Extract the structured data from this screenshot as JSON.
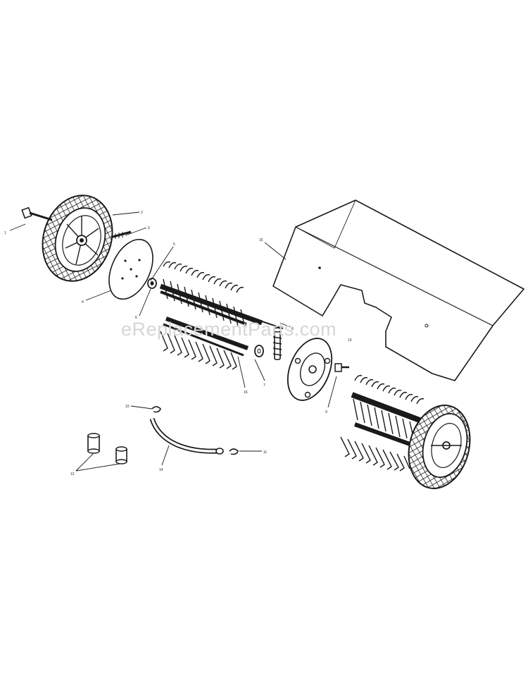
{
  "watermark": "eReplacementParts.com",
  "callouts": {
    "c1": "1",
    "c2": "2",
    "c3": "3",
    "c4": "4",
    "c5": "5",
    "c6": "6",
    "c7": "7",
    "c8": "8",
    "c9": "9",
    "c10": "10",
    "c11": "11",
    "c12": "12",
    "c13": "13",
    "c14": "14",
    "c15": "15",
    "c16": "16"
  },
  "colors": {
    "line": "#1a1a1a",
    "watermark": "#d6d6d6",
    "background": "#ffffff"
  }
}
